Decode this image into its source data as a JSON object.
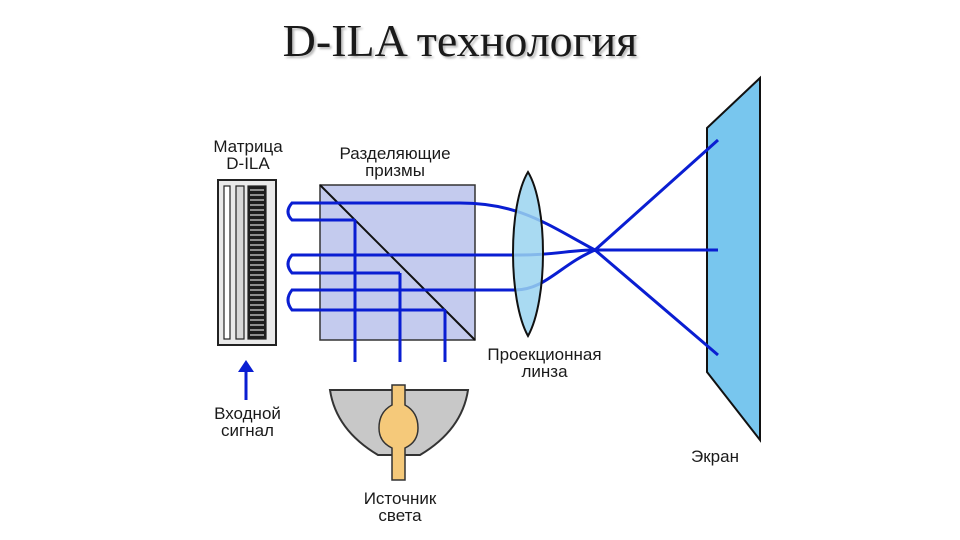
{
  "title": "D-ILA технология",
  "labels": {
    "matrix": [
      "Матрица",
      "D-ILA"
    ],
    "prisms": [
      "Разделяющие",
      "призмы"
    ],
    "lens": [
      "Проекционная",
      "линза"
    ],
    "input_signal": [
      "Входной",
      "сигнал"
    ],
    "light_source": [
      "Источник",
      "света"
    ],
    "screen": "Экран"
  },
  "colors": {
    "beam": "#0a1ed2",
    "screen": "#78c6ee",
    "prism": "#c4cbee",
    "lens": "#9ad4f0",
    "outline": "#111111"
  }
}
